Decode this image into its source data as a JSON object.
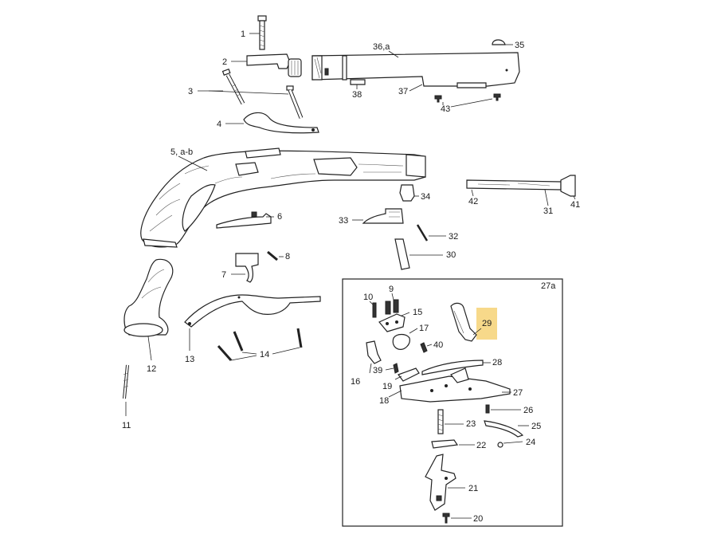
{
  "diagram": {
    "callouts": {
      "c1": "1",
      "c2": "2",
      "c3": "3",
      "c4": "4",
      "c5": "5, a-b",
      "c6": "6",
      "c7": "7",
      "c8": "8",
      "c9": "9",
      "c10": "10",
      "c11": "11",
      "c12": "12",
      "c13": "13",
      "c14": "14",
      "c15": "15",
      "c16": "16",
      "c17": "17",
      "c18": "18",
      "c19": "19",
      "c20": "20",
      "c21": "21",
      "c22": "22",
      "c23": "23",
      "c24": "24",
      "c25": "25",
      "c26": "26",
      "c27": "27",
      "c27a": "27a",
      "c28": "28",
      "c29": "29",
      "c30": "30",
      "c31": "31",
      "c32": "32",
      "c33": "33",
      "c34": "34",
      "c35": "35",
      "c36": "36,a",
      "c37": "37",
      "c38": "38",
      "c39": "39",
      "c40": "40",
      "c41": "41",
      "c42": "42",
      "c43": "43"
    },
    "highlight_color": "#f7d98a",
    "ink_color": "#222222"
  }
}
